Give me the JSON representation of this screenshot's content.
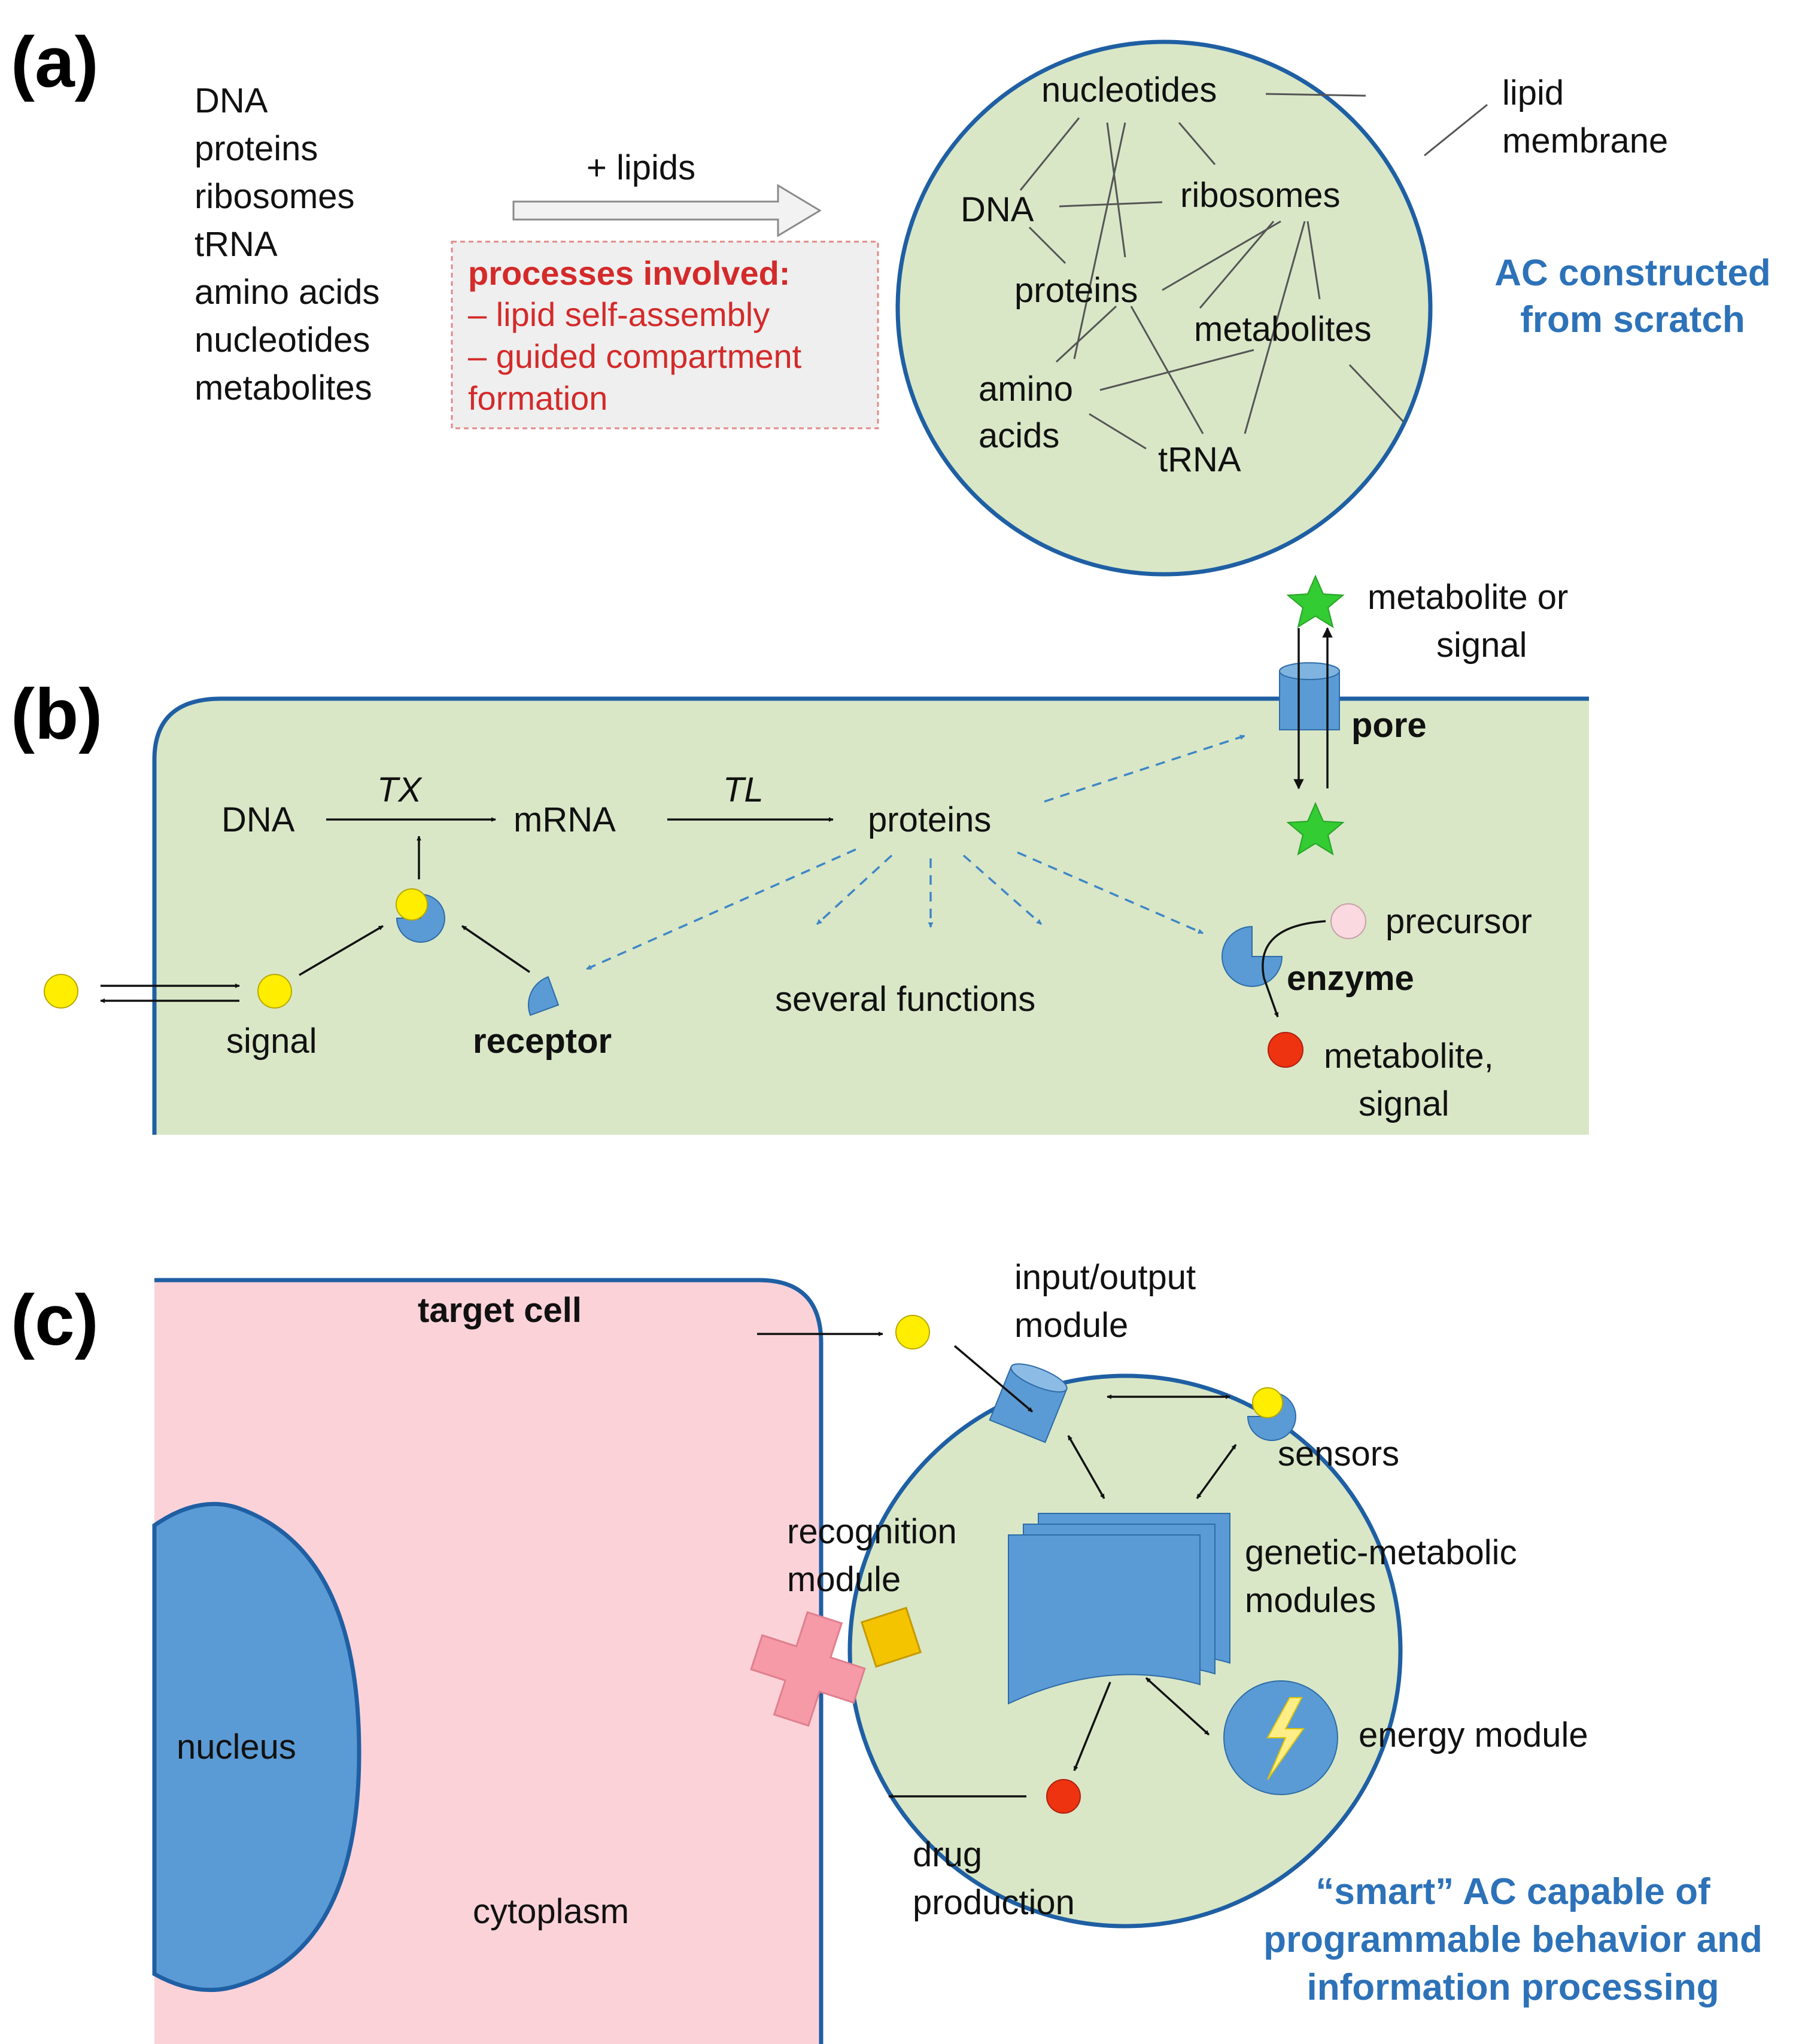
{
  "panels": {
    "a": "(a)",
    "b": "(b)",
    "c": "(c)"
  },
  "panel_a": {
    "components": [
      "DNA",
      "proteins",
      "ribosomes",
      "tRNA",
      "amino acids",
      "nucleotides",
      "metabolites"
    ],
    "arrow_label": "+ lipids",
    "processes_title": "processes involved:",
    "processes": [
      "– lipid self-assembly",
      "– guided compartment",
      "formation"
    ],
    "cell_nodes": {
      "nucleotides": "nucleotides",
      "dna": "DNA",
      "ribosomes": "ribosomes",
      "proteins": "proteins",
      "metabolites": "metabolites",
      "amino1": "amino",
      "amino2": "acids",
      "trna": "tRNA"
    },
    "membrane_label": [
      "lipid",
      "membrane"
    ],
    "caption": [
      "AC constructed",
      "from scratch"
    ]
  },
  "panel_b": {
    "dna": "DNA",
    "tx": "TX",
    "mrna": "mRNA",
    "tl": "TL",
    "proteins": "proteins",
    "pore": "pore",
    "metabolite_or_signal": [
      "metabolite or",
      "signal"
    ],
    "precursor": "precursor",
    "enzyme": "enzyme",
    "metabolite_signal": [
      "metabolite,",
      "signal"
    ],
    "several_functions": "several functions",
    "signal": "signal",
    "receptor": "receptor"
  },
  "panel_c": {
    "target_cell": "target cell",
    "nucleus": "nucleus",
    "cytoplasm": "cytoplasm",
    "io_module": [
      "input/output",
      "module"
    ],
    "sensors": "sensors",
    "recognition_module": [
      "recognition",
      "module"
    ],
    "genetic_metabolic": [
      "genetic-metabolic",
      "modules"
    ],
    "energy_module": "energy module",
    "drug_production": [
      "drug",
      "production"
    ],
    "caption": [
      "“smart” AC capable of",
      "programmable behavior and",
      "information processing"
    ]
  },
  "colors": {
    "cell_fill": "#d9e7c7",
    "membrane": "#1f5fa3",
    "target_cell_fill": "#fcd2d9",
    "module_blue": "#5b9bd5",
    "signal_yellow": "#ffee00",
    "metabolite_red": "#ee3311",
    "star_green": "#33cc33",
    "precursor_pink": "#fbd9e0",
    "recognition_pink": "#f79aa7",
    "ligand_orange": "#f5c400",
    "process_red": "#d42a2a",
    "caption_blue": "#2d72b8"
  }
}
